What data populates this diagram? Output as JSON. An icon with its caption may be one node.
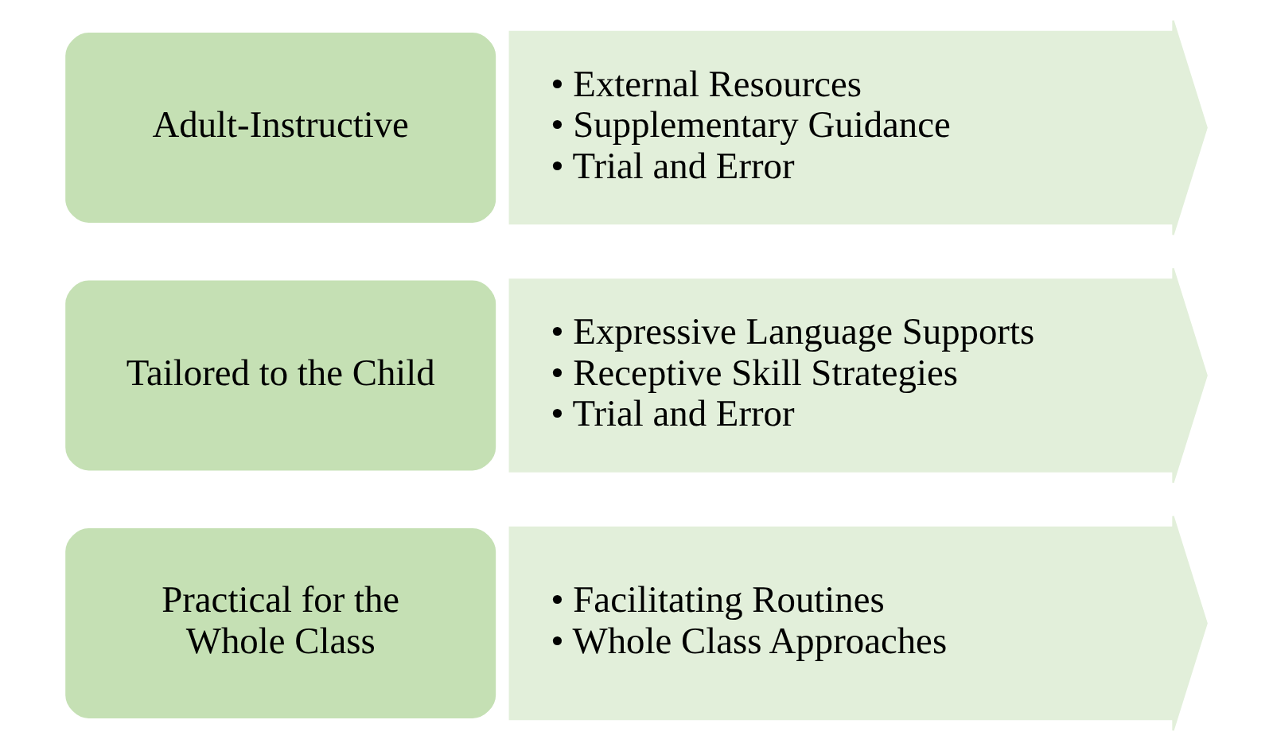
{
  "diagram": {
    "nodes": [
      {
        "text": [
          "Adult-Instructive"
        ]
      },
      {
        "text": [
          "• External Resources",
          "• Supplementary Guidance",
          "• Trial and Error"
        ]
      },
      {
        "text": [
          "Tailored to the Child"
        ]
      },
      {
        "text": [
          "• Expressive Language Supports",
          "• Receptive Skill Strategies",
          "• Trial and Error"
        ]
      },
      {
        "text": [
          "Practical for the Whole Class"
        ]
      },
      {
        "text": [
          "• Facilitating Routines",
          "• Whole Class Approaches"
        ]
      }
    ],
    "edges": []
  }
}
